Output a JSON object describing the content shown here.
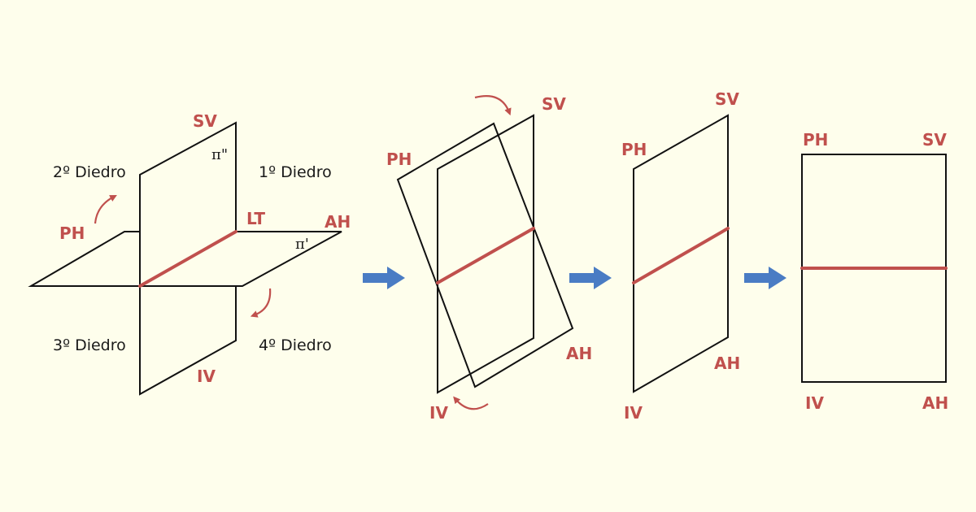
{
  "labels": {
    "sv": "SV",
    "ph": "PH",
    "lt": "LT",
    "ah": "AH",
    "iv": "IV",
    "pi_vertical": "π\"",
    "pi_horizontal": "π'",
    "diedro_1": "1º Diedro",
    "diedro_2": "2º Diedro",
    "diedro_3": "3º Diedro",
    "diedro_4": "4º Diedro"
  },
  "colors": {
    "background": "#fefeec",
    "accent_red": "#c0504d",
    "arrow_blue": "#4a7cc4",
    "line": "#111111"
  },
  "icons": [
    "rotation-arrow-icon",
    "right-arrow-icon"
  ]
}
